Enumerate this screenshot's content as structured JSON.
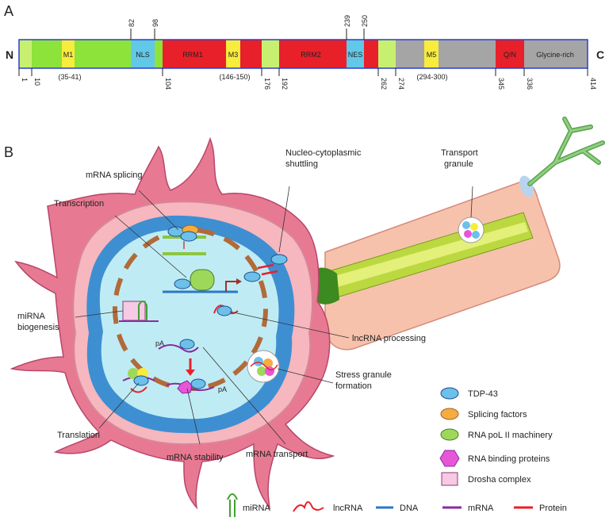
{
  "panelA": {
    "label": "A",
    "n_terminus": "N",
    "c_terminus": "C",
    "domains": {
      "m1": "M1",
      "nls": "NLS",
      "rrm1": "RRM1",
      "m3": "M3",
      "rrm2": "RRM2",
      "nes": "NES",
      "m5": "M5",
      "qn": "Q/N",
      "glycine": "Glycine-rich"
    },
    "top_numbers": [
      "82",
      "98",
      "239",
      "250"
    ],
    "bottom_numbers": [
      "1",
      "10",
      "104",
      "176",
      "192",
      "262",
      "274",
      "345",
      "336",
      "414"
    ],
    "motif_ranges": [
      "(35-41)",
      "(146-150)",
      "(294-300)"
    ],
    "colors": {
      "green": "#8ee33a",
      "yellow": "#f8ec3c",
      "cyan": "#62c8e8",
      "red": "#e8202a",
      "grey": "#a5a5a5",
      "light_green": "#c8f070"
    }
  },
  "panelB": {
    "label": "B",
    "labels": {
      "mrna_splicing": "mRNA splicing",
      "transcription": "Transcription",
      "nucleo_line1": "Nucleo-cytoplasmic",
      "nucleo_line2": "shuttling",
      "transport_line1": "Transport",
      "transport_line2": "granule",
      "mirna_line1": "miRNA",
      "mirna_line2": "biogenesis",
      "lncrna_processing": "lncRNA processing",
      "stress_line1": "Stress granule",
      "stress_line2": "formation",
      "translation": "Translation",
      "mrna_stability": "mRNA stability",
      "mrna_transport": "mRNA transport",
      "pa1": "pA",
      "pa2": "pA"
    },
    "legend": [
      "TDP-43",
      "Splicing factors",
      "RNA poL II machinery",
      "RNA binding proteins",
      "Drosha complex"
    ],
    "bottom_legend": [
      "miRNA",
      "lncRNA",
      "DNA",
      "mRNA",
      "Protein"
    ]
  }
}
